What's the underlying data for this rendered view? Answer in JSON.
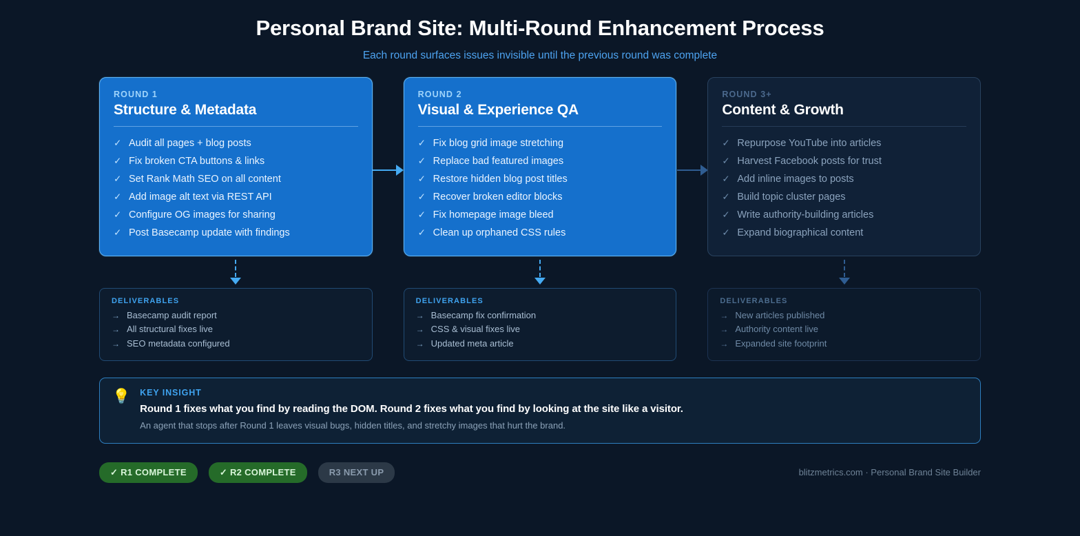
{
  "header": {
    "title": "Personal Brand Site: Multi-Round Enhancement Process",
    "subtitle": "Each round surfaces issues invisible until the previous round was complete"
  },
  "rounds": [
    {
      "eyebrow": "ROUND 1",
      "title": "Structure & Metadata",
      "state": "active",
      "tasks": [
        "Audit all pages + blog posts",
        "Fix broken CTA buttons & links",
        "Set Rank Math SEO on all content",
        "Add image alt text via REST API",
        "Configure OG images for sharing",
        "Post Basecamp update with findings"
      ],
      "deliverables": {
        "label": "DELIVERABLES",
        "items": [
          "Basecamp audit report",
          "All structural fixes live",
          "SEO metadata configured"
        ]
      }
    },
    {
      "eyebrow": "ROUND 2",
      "title": "Visual & Experience QA",
      "state": "active",
      "tasks": [
        "Fix blog grid image stretching",
        "Replace bad featured images",
        "Restore hidden blog post titles",
        "Recover broken editor blocks",
        "Fix homepage image bleed",
        "Clean up orphaned CSS rules"
      ],
      "deliverables": {
        "label": "DELIVERABLES",
        "items": [
          "Basecamp fix confirmation",
          "CSS & visual fixes live",
          "Updated meta article"
        ]
      }
    },
    {
      "eyebrow": "ROUND 3+",
      "title": "Content & Growth",
      "state": "muted",
      "tasks": [
        "Repurpose YouTube into articles",
        "Harvest Facebook posts for trust",
        "Add inline images to posts",
        "Build topic cluster pages",
        "Write authority-building articles",
        "Expand biographical content"
      ],
      "deliverables": {
        "label": "DELIVERABLES",
        "items": [
          "New articles published",
          "Authority content live",
          "Expanded site footprint"
        ]
      }
    }
  ],
  "icons": {
    "check": "✓",
    "deliverable_arrow": "→",
    "bulb": "💡"
  },
  "insight": {
    "label": "KEY INSIGHT",
    "main": "Round 1 fixes what you find by reading the DOM.  Round 2 fixes what you find by looking at the site like a visitor.",
    "sub": "An agent that stops after Round 1 leaves visual bugs, hidden titles, and stretchy images that hurt the brand."
  },
  "footer": {
    "badges": [
      {
        "label": "✓ R1 COMPLETE",
        "state": "done"
      },
      {
        "label": "✓ R2 COMPLETE",
        "state": "done"
      },
      {
        "label": "R3 NEXT UP",
        "state": "pending"
      }
    ],
    "note": "blitzmetrics.com  ·  Personal Brand Site Builder"
  },
  "colors": {
    "background": "#0b1727",
    "active_card": "#1570cc",
    "muted_card": "#102137",
    "accent_blue": "#3fa3ef",
    "arrow_bright": "#45aaf2",
    "arrow_dim": "#2f5d92",
    "badge_done": "#256b29",
    "badge_pending": "#2c3947"
  }
}
